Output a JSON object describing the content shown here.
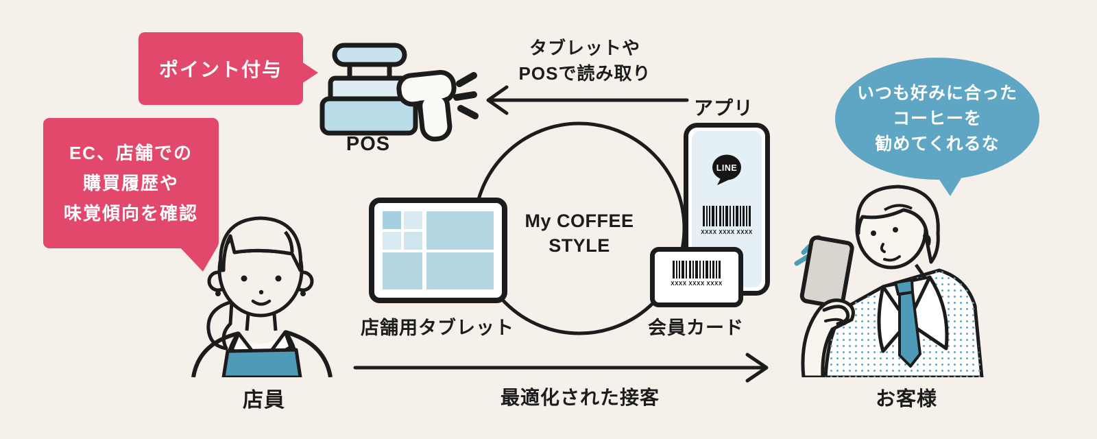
{
  "colors": {
    "background": "#F5F1EA",
    "pink": "#E2486B",
    "bubble_blue": "#5FA6C4",
    "teal": "#4E9BB8",
    "outline": "#1C1C1C",
    "screen_blue": "#E4F0F6",
    "tile_blue": "#B3D6E3",
    "phone_gray": "#D8D5CF"
  },
  "bubbles": {
    "points": "ポイント付与",
    "ec_lines": [
      "EC、店舗での",
      "購買履歴や",
      "味覚傾向を確認"
    ],
    "customer_lines": [
      "いつも好みに合った",
      "コーヒーを",
      "勧めてくれるな"
    ]
  },
  "labels": {
    "pos": "POS",
    "app": "アプリ",
    "scan_line1": "タブレットや",
    "scan_line2": "POSで読み取り",
    "center_line1": "My COFFEE",
    "center_line2": "STYLE",
    "tablet": "店舗用タブレット",
    "card": "会員カード",
    "staff": "店員",
    "customer": "お客様",
    "flow": "最適化された接客",
    "line_app": "LINE",
    "barcode_digits": "XXXX XXXX XXXX"
  }
}
